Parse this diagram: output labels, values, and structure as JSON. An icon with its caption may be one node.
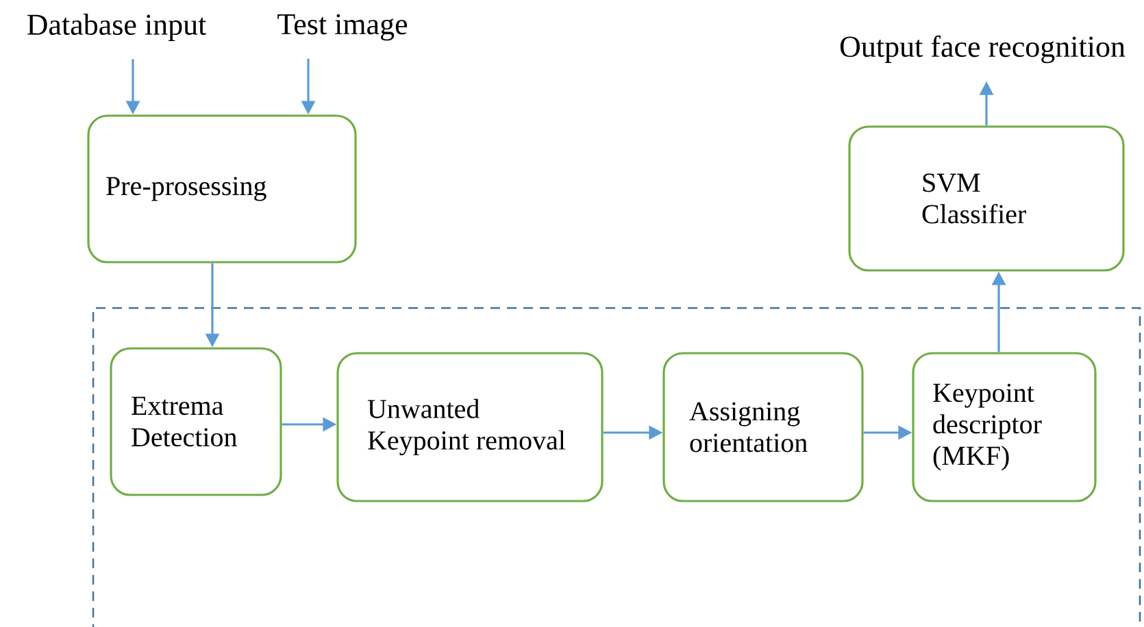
{
  "diagram": {
    "nodes": [
      {
        "text": [
          "Database input"
        ]
      },
      {
        "text": [
          "Test image"
        ]
      },
      {
        "text": [
          "Pre-prosessing"
        ]
      },
      {
        "text": [
          "Output face recognition"
        ]
      },
      {
        "text": [
          "SVM Classifier"
        ]
      },
      {
        "text": [],
        "shape": "box"
      },
      {
        "text": [
          "Extrema Detection"
        ],
        "in": 5
      },
      {
        "text": [
          "Unwanted Keypoint removal"
        ],
        "in": 5
      },
      {
        "text": [
          "Assigning orientation"
        ],
        "in": 5
      },
      {
        "text": [
          "Keypoint descriptor (MKF)"
        ],
        "in": 5
      }
    ],
    "edges": [
      {
        "from": 0,
        "to": 2,
        "arrow": "to"
      },
      {
        "from": 1,
        "to": 2,
        "arrow": "to"
      },
      {
        "from": 2,
        "to": 6,
        "arrow": "to"
      },
      {
        "from": 6,
        "to": 7,
        "arrow": "to"
      },
      {
        "from": 7,
        "to": 8,
        "arrow": "to"
      },
      {
        "from": 8,
        "to": 9,
        "arrow": "to"
      },
      {
        "from": 9,
        "to": 4,
        "arrow": "to"
      },
      {
        "from": 4,
        "to": 3,
        "arrow": "to"
      }
    ]
  }
}
